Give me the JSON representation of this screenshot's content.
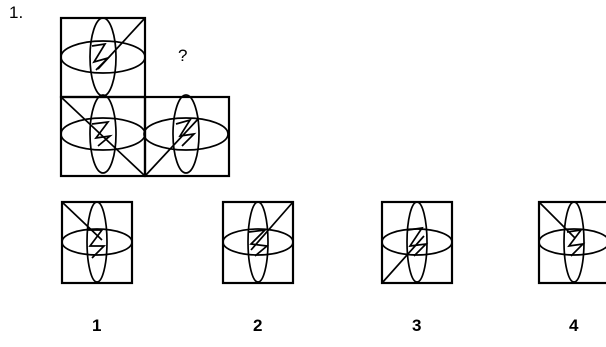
{
  "question": {
    "number": "1.",
    "missing_mark": "?"
  },
  "options": [
    {
      "label": "1"
    },
    {
      "label": "2"
    },
    {
      "label": "3"
    },
    {
      "label": "4"
    }
  ]
}
